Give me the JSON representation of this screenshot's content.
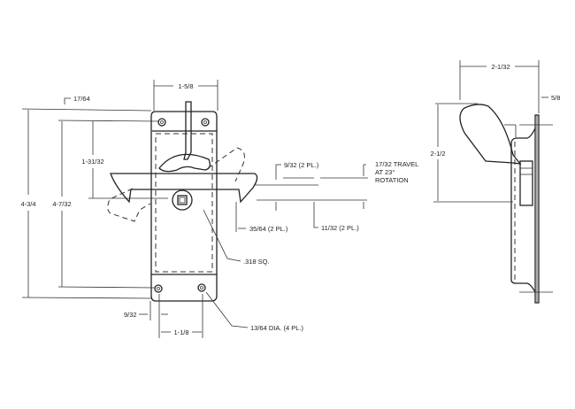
{
  "front_view": {
    "dims": {
      "overall_height": "4-3/4",
      "hole_spacing_height": "4-7/32",
      "shaft_to_hole": "1-31/32",
      "hole_offset_top": "17/64",
      "width": "1-5/8",
      "hole_offset_side": "9/32",
      "hole_spacing_width": "1-1/8",
      "bolt_tip": "9/32 (2 PL.)",
      "bolt_extension": "35/64 (2 PL.)",
      "bolt_depth": "11/32 (2 PL.)",
      "shaft_square": ".318 SQ.",
      "hole_diameter": "13/64 DIA. (4 PL.)"
    },
    "travel_note": [
      "17/32 TRAVEL",
      "AT 23°",
      "ROTATION"
    ]
  },
  "side_view": {
    "dims": {
      "overall_depth": "2-1/32",
      "flange_depth": "5/8",
      "handle_height": "2-1/2"
    }
  }
}
